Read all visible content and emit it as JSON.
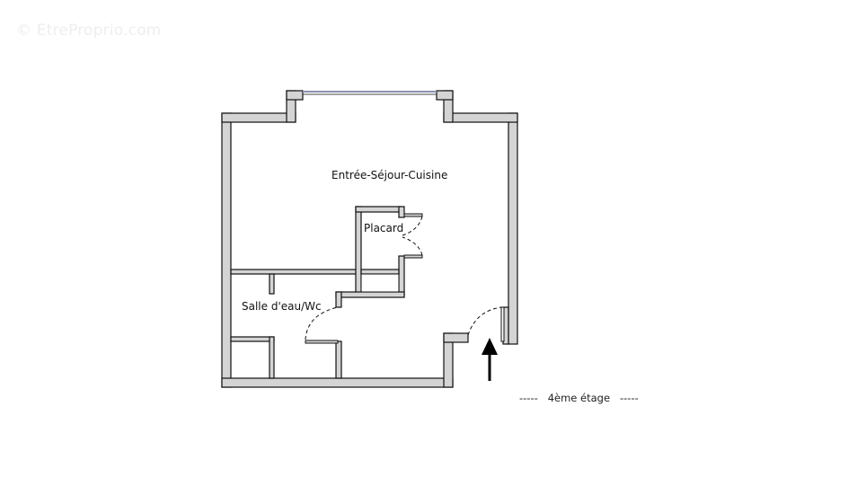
{
  "watermark": "© EtreProprio.com",
  "rooms": {
    "main": "Entrée-Séjour-Cuisine",
    "closet": "Placard",
    "bathroom": "Salle d'eau/Wc"
  },
  "floor_label": "-----   4ème étage   -----",
  "colors": {
    "wall_fill": "#d4d4d4",
    "wall_stroke": "#111111",
    "window": "#8a8fb0",
    "background": "#ffffff"
  },
  "icons": {
    "entrance": "entrance-arrow-icon"
  }
}
